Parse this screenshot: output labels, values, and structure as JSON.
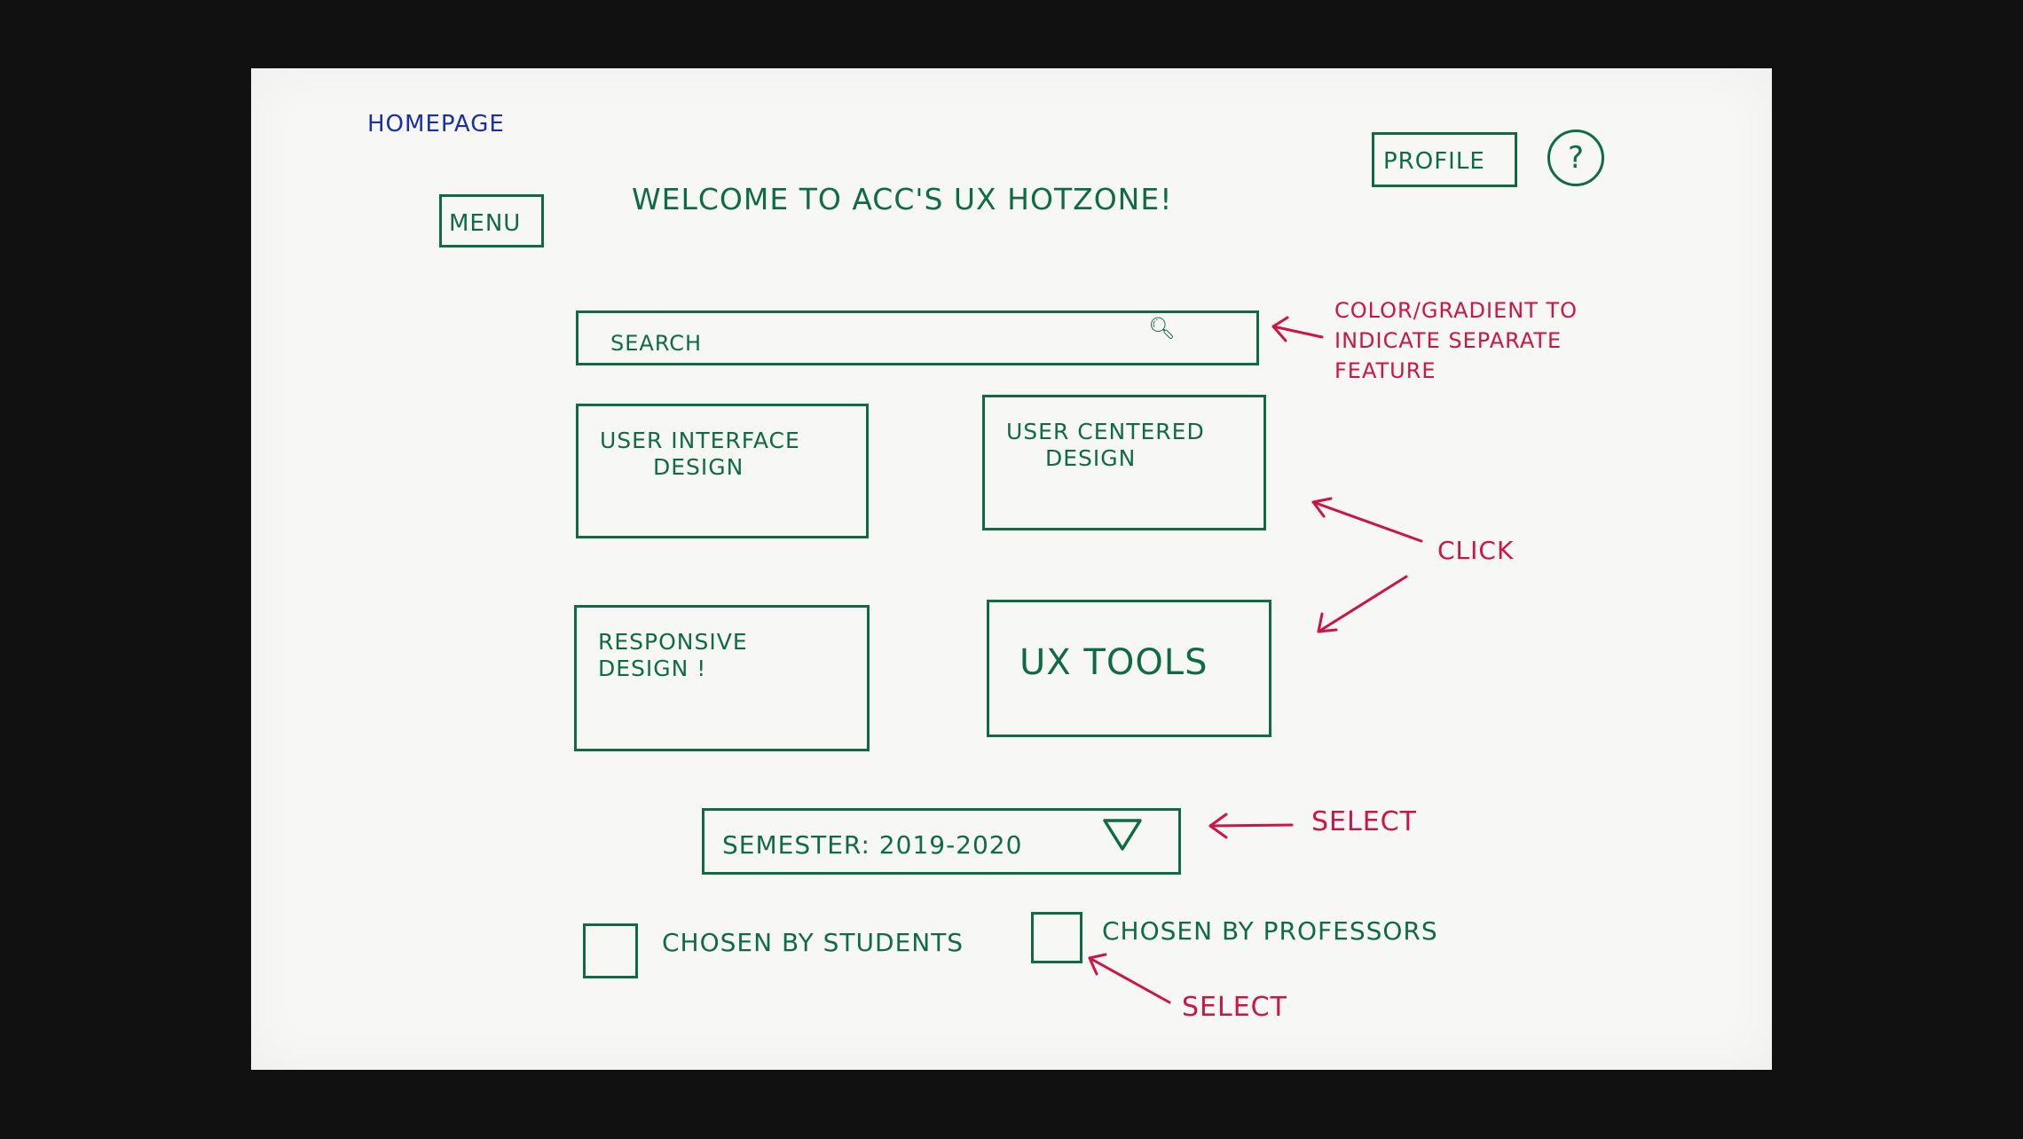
{
  "page_label": "HOMEPAGE",
  "header": {
    "menu_label": "MENU",
    "welcome_text": "WELCOME TO ACC'S UX HOTZONE!",
    "profile_label": "PROFILE",
    "help_label": "?"
  },
  "search": {
    "placeholder": "SEARCH",
    "icon": "search-icon"
  },
  "cards": [
    {
      "line1": "USER INTERFACE",
      "line2": "DESIGN"
    },
    {
      "line1": "USER CENTERED",
      "line2": "DESIGN"
    },
    {
      "line1": "RESPONSIVE",
      "line2": "DESIGN !"
    },
    {
      "line1": "UX TOOLS",
      "line2": ""
    }
  ],
  "semester_select": {
    "value": "SEMESTER: 2019-2020",
    "icon": "triangle-down-icon"
  },
  "filters": [
    {
      "label": "CHOSEN BY STUDENTS",
      "checked": false
    },
    {
      "label": "CHOSEN BY PROFESSORS",
      "checked": false
    }
  ],
  "annotations": {
    "search_note_line1": "COLOR/GRADIENT TO",
    "search_note_line2": "INDICATE SEPARATE",
    "search_note_line3": "FEATURE",
    "cards_note": "CLICK",
    "semester_note": "SELECT",
    "filters_note": "SELECT"
  },
  "colors": {
    "ink": "#0f6b45",
    "annotation": "#cc1545",
    "page_label": "#1a2fa8",
    "paper": "#f7f7f5",
    "background": "#111111"
  }
}
